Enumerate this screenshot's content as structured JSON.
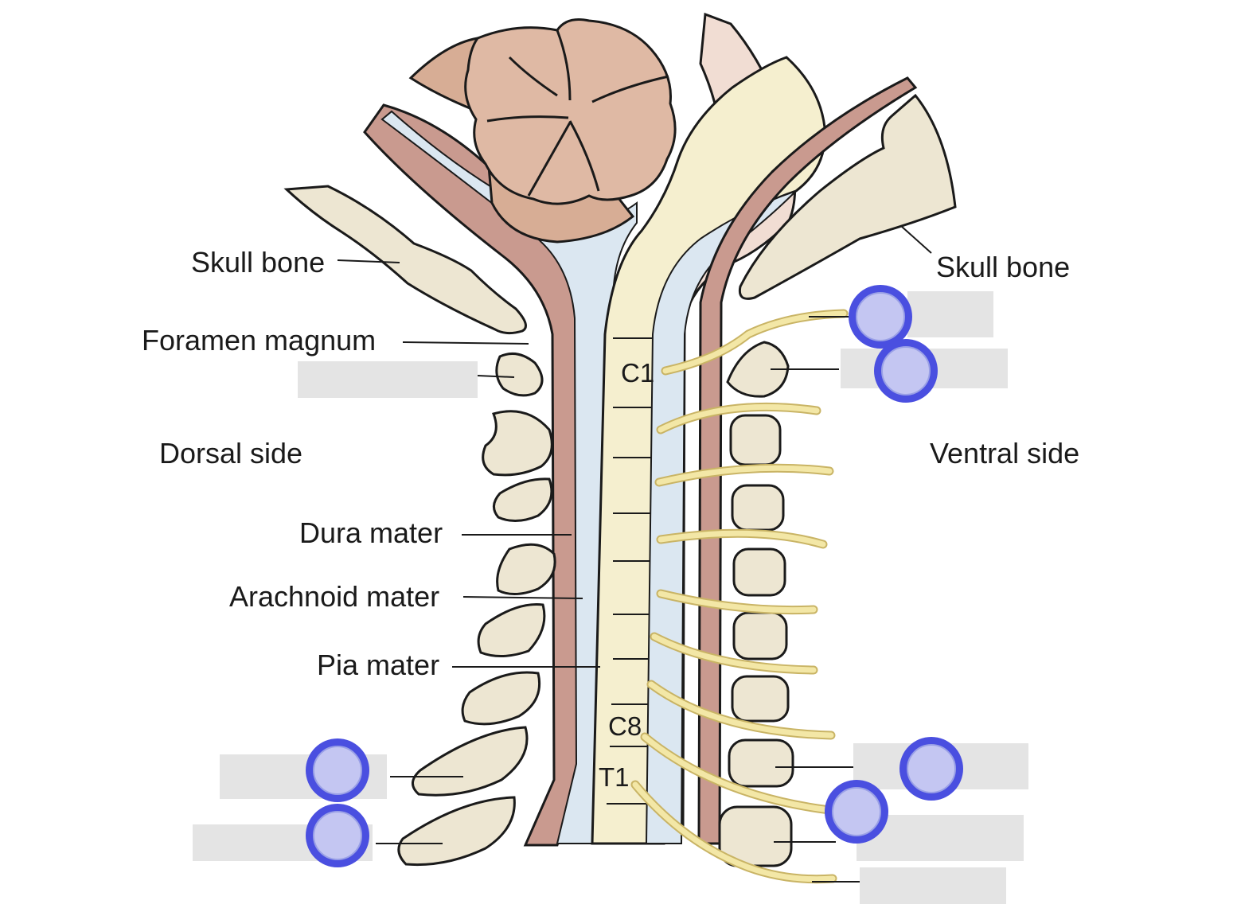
{
  "labels": {
    "skull_bone_left": "Skull bone",
    "skull_bone_right": "Skull bone",
    "foramen_magnum": "Foramen magnum",
    "dorsal_side": "Dorsal side",
    "ventral_side": "Ventral side",
    "dura_mater": "Dura mater",
    "arachnoid_mater": "Arachnoid mater",
    "pia_mater": "Pia mater"
  },
  "segments": {
    "c1": "C1",
    "c8": "C8",
    "t1": "T1"
  },
  "colors": {
    "hotspot_ring": "#4a4fe0",
    "hotspot_fill": "#c4c6f2",
    "answer_blank": "#e4e4e4",
    "cerebellum": "#d7ad95",
    "spinal_cord": "#f5efcf",
    "csf_space": "#dbe7f1",
    "dura": "#c99a8f",
    "bone": "#ede6d2",
    "nerve": "#e9d88a"
  }
}
